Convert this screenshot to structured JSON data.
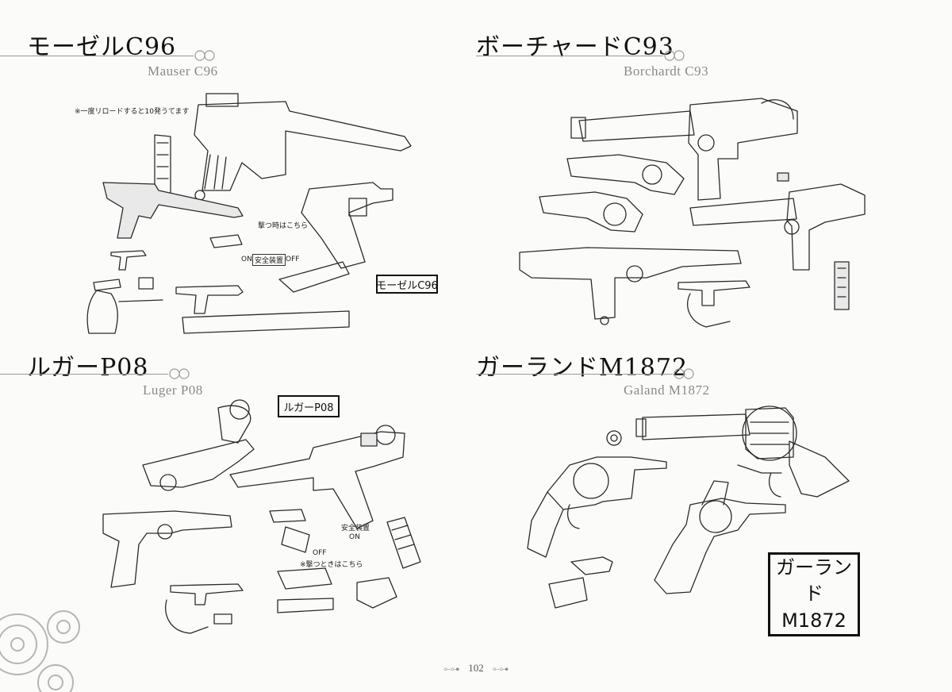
{
  "sections": [
    {
      "id": "mauser",
      "title": "モーゼルC96",
      "subtitle": "Mauser C96",
      "handwritten_label": "モーゼルC96",
      "notes": [
        "※一度リロードすると10発うてます",
        "撃つ時はこちら",
        "ON",
        "安全装置",
        "OFF"
      ]
    },
    {
      "id": "borchardt",
      "title": "ボーチャードC93",
      "subtitle": "Borchardt C93",
      "handwritten_label": "",
      "notes": []
    },
    {
      "id": "luger",
      "title": "ルガーP08",
      "subtitle": "Luger P08",
      "handwritten_label": "ルガーP08",
      "notes": [
        "安全装置",
        "ON",
        "OFF",
        "※撃つときはこちら"
      ]
    },
    {
      "id": "galand",
      "title": "ガーランドM1872",
      "subtitle": "Galand M1872",
      "handwritten_label": "ガーランド M1872",
      "notes": []
    }
  ],
  "page_number": "102",
  "folio_ornament": "⟜⊶"
}
